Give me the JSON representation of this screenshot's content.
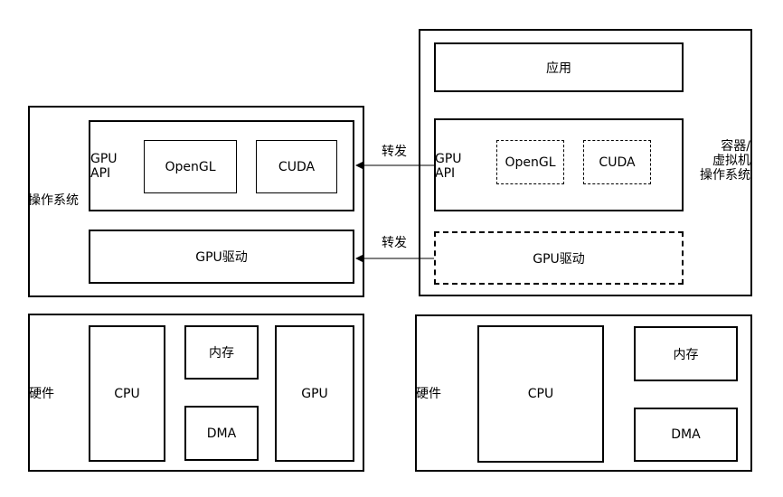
{
  "left_stack": {
    "os_label": "操作系统",
    "gpu_api_label": "GPU\nAPI",
    "opengl_label": "OpenGL",
    "cuda_label": "CUDA",
    "driver_label": "GPU驱动",
    "hardware": {
      "label": "硬件",
      "cpu": "CPU",
      "memory": "内存",
      "dma": "DMA",
      "gpu": "GPU"
    }
  },
  "right_stack": {
    "container_label": "容器/\n虚拟机\n操作系统",
    "app_label": "应用",
    "gpu_api_label": "GPU\nAPI",
    "opengl_label": "OpenGL",
    "cuda_label": "CUDA",
    "driver_label": "GPU驱动",
    "hardware": {
      "label": "硬件",
      "cpu": "CPU",
      "memory": "内存",
      "dma": "DMA"
    }
  },
  "arrows": {
    "api_forward_label": "转发",
    "driver_forward_label": "转发"
  }
}
